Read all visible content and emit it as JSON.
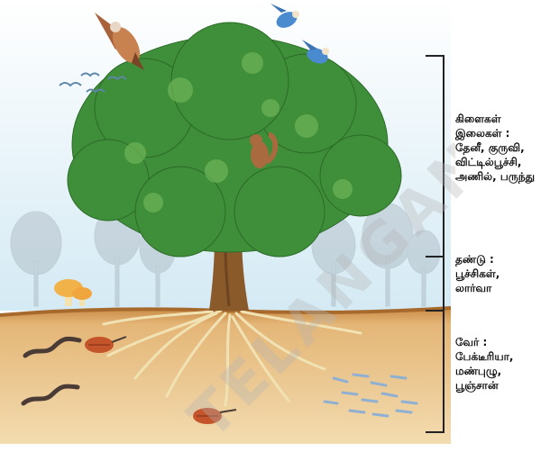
{
  "upper_zone": {
    "lines": [
      "கிளைகள்",
      "இலைகள் :",
      "தேனீ, குருவி,",
      "விட்டில்பூச்சி,",
      "அணில், பருந்து"
    ]
  },
  "stem_zone": {
    "lines": [
      "தண்டு :",
      "பூச்சிகள்,",
      "லார்வா"
    ]
  },
  "root_zone": {
    "lines": [
      "வேர் :",
      "பேக்டீரியா,",
      "மண்புழு,",
      "பூஞ்சான்"
    ]
  },
  "watermark": {
    "text": "TELANGANA"
  },
  "colors": {
    "sky": "#dbeef6",
    "soil_top": "#c07a35",
    "soil": "#e9c48a",
    "foliage": "#3f8f3a",
    "trunk": "#8a5a2b",
    "roots": "#f2e3b0"
  }
}
